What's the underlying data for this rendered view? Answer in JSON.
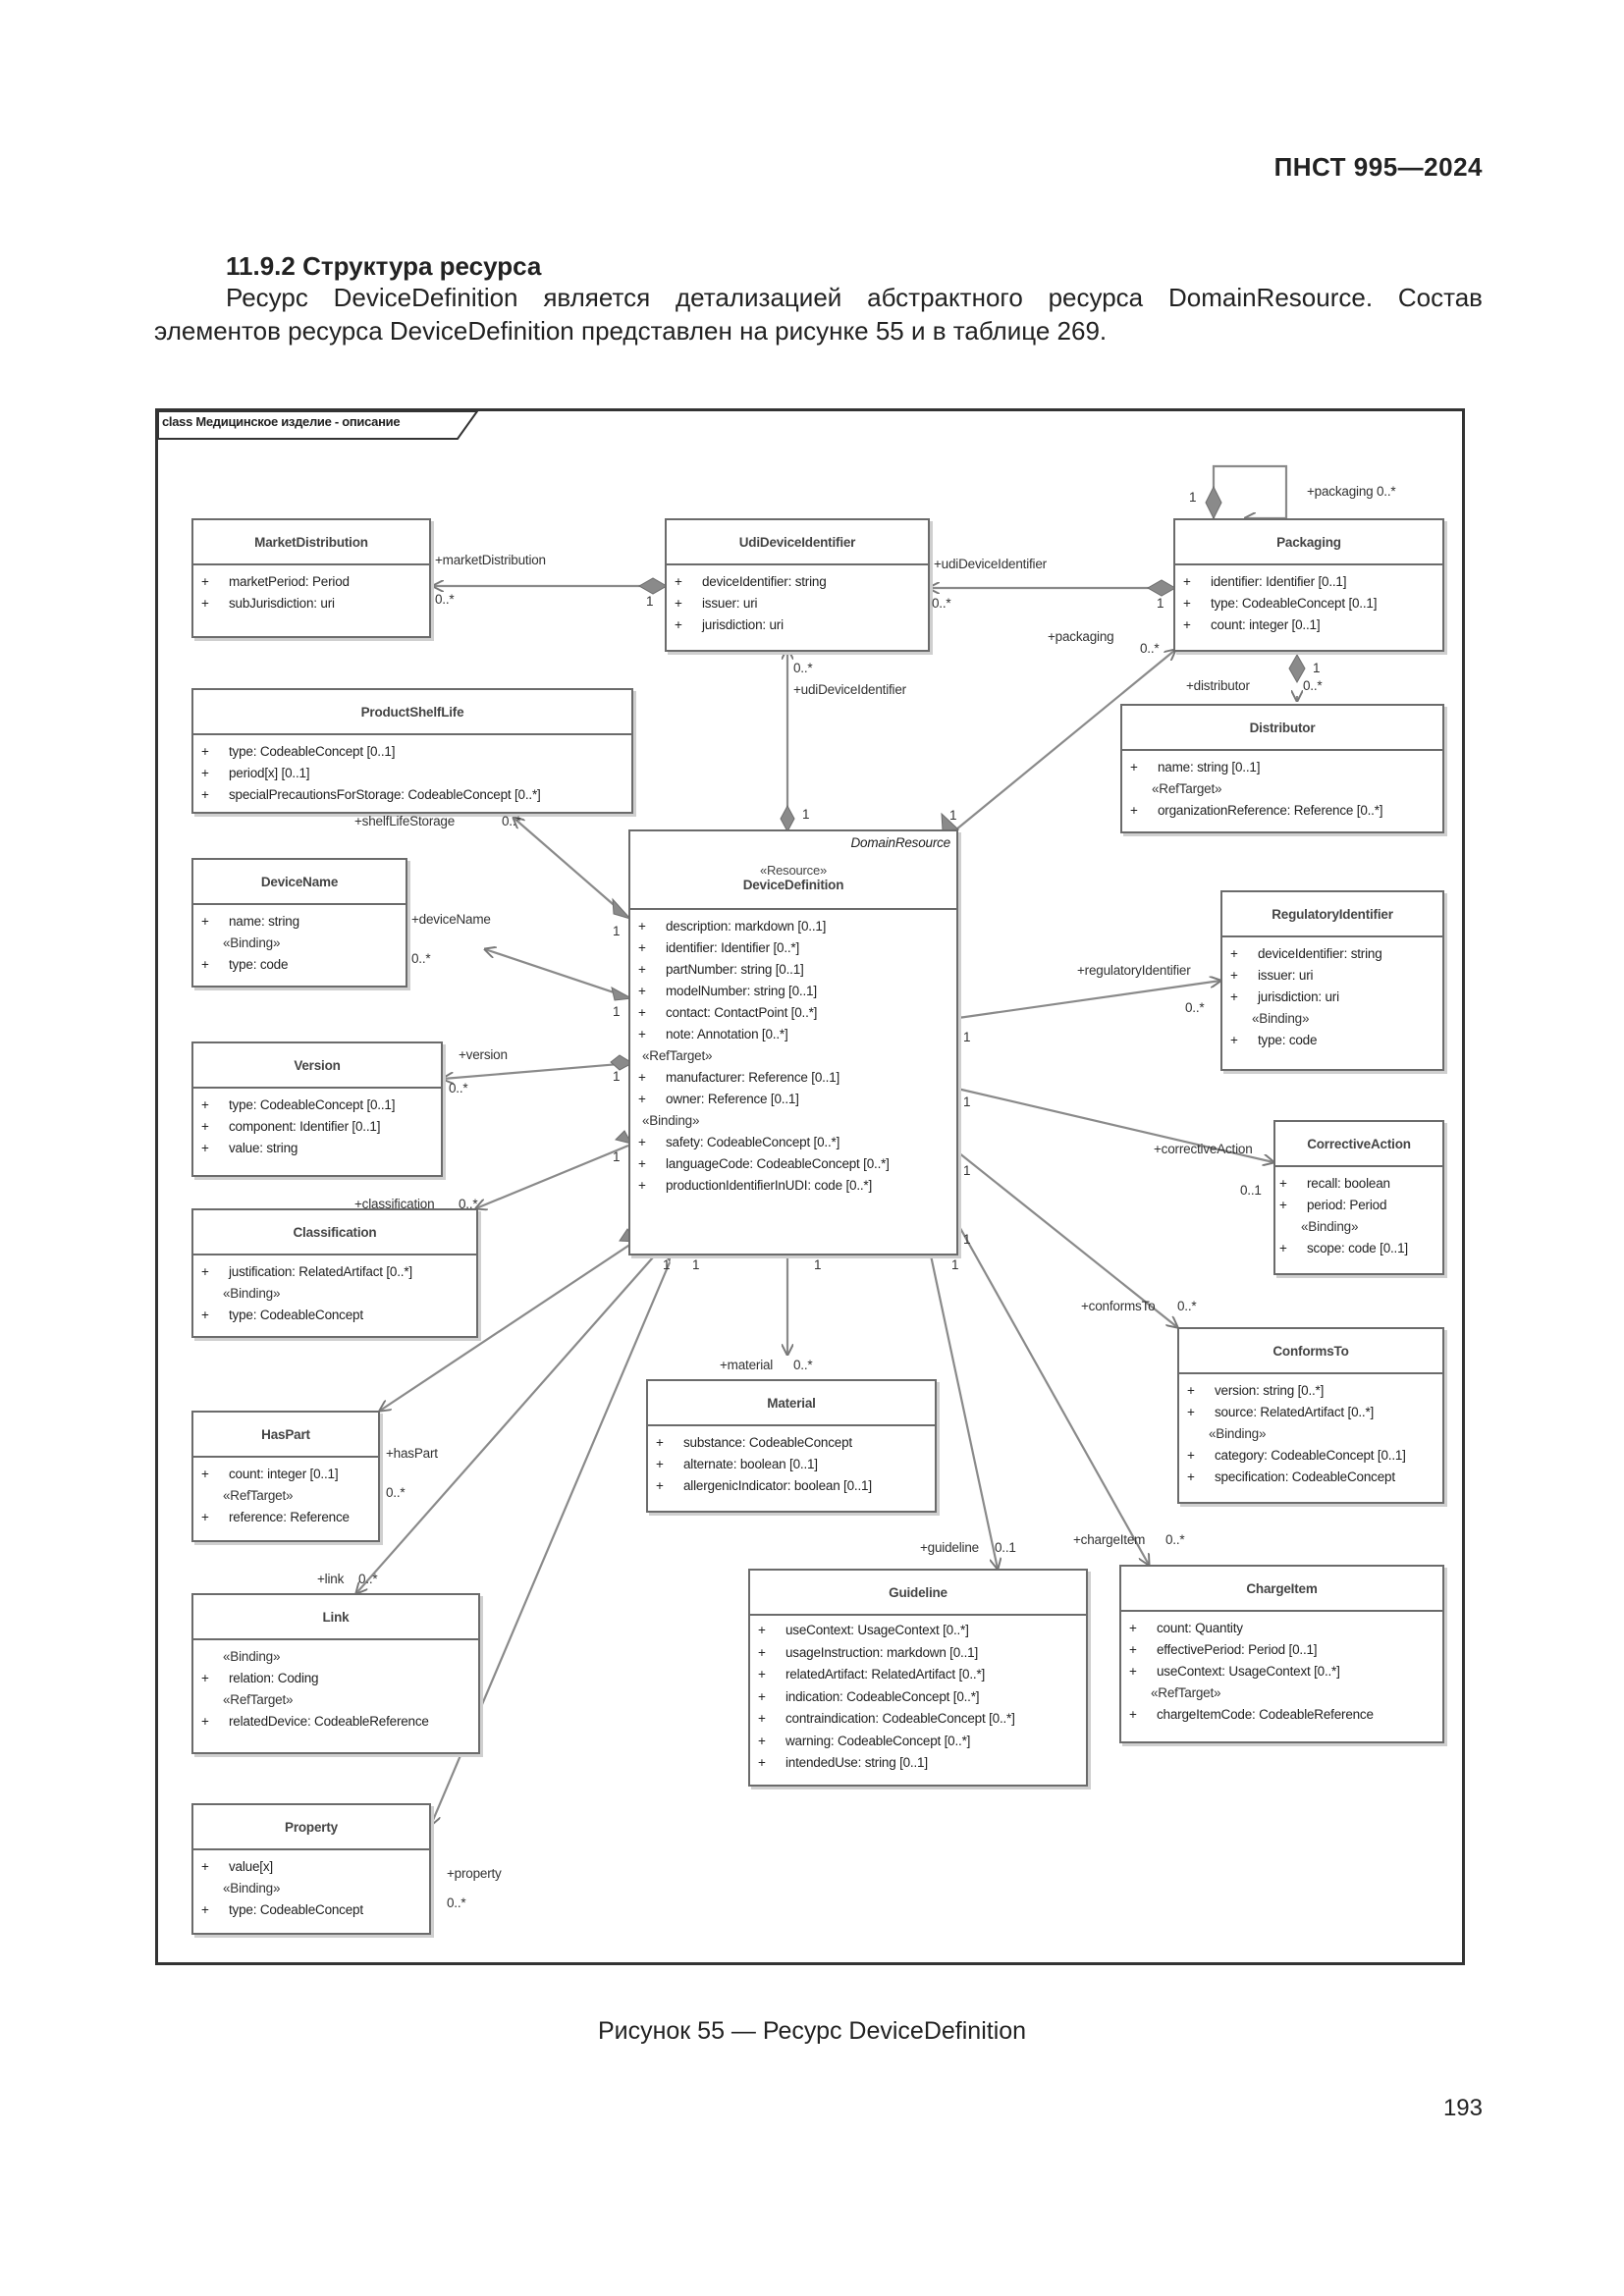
{
  "header": {
    "doc_code": "ПНСТ 995—2024"
  },
  "section": {
    "title": "11.9.2 Структура ресурса",
    "paragraph": "Ресурс DeviceDefinition является детализацией абстрактного ресурса DomainResource. Состав элементов ресурса DeviceDefinition представлен на рисунке 55 и в таблице 269."
  },
  "diagram": {
    "frame_label": "class Медицинское изделие - описание",
    "classes": {
      "market": {
        "name": "MarketDistribution",
        "rows": [
          {
            "vis": "+",
            "text": "marketPeriod: Period"
          },
          {
            "vis": "+",
            "text": "subJurisdiction: uri"
          }
        ]
      },
      "udi": {
        "name": "UdiDeviceIdentifier",
        "rows": [
          {
            "vis": "+",
            "text": "deviceIdentifier: string"
          },
          {
            "vis": "+",
            "text": "issuer: uri"
          },
          {
            "vis": "+",
            "text": "jurisdiction: uri"
          }
        ]
      },
      "packaging": {
        "name": "Packaging",
        "rows": [
          {
            "vis": "+",
            "text": "identifier: Identifier [0..1]"
          },
          {
            "vis": "+",
            "text": "type: CodeableConcept [0..1]"
          },
          {
            "vis": "+",
            "text": "count: integer [0..1]"
          }
        ]
      },
      "shelf": {
        "name": "ProductShelfLife",
        "rows": [
          {
            "vis": "+",
            "text": "type: CodeableConcept [0..1]"
          },
          {
            "vis": "+",
            "text": "period[x] [0..1]"
          },
          {
            "vis": "+",
            "text": "specialPrecautionsForStorage: CodeableConcept [0..*]"
          }
        ]
      },
      "distributor": {
        "name": "Distributor",
        "rows": [
          {
            "vis": "+",
            "text": "name: string [0..1]"
          }
        ],
        "stereo": "«RefTarget»",
        "rows2": [
          {
            "vis": "+",
            "text": "organizationReference: Reference [0..*]"
          }
        ]
      },
      "devicename": {
        "name": "DeviceName",
        "rows": [
          {
            "vis": "+",
            "text": "name: string"
          }
        ],
        "stereo": "«Binding»",
        "rows2": [
          {
            "vis": "+",
            "text": "type: code"
          }
        ]
      },
      "devdef": {
        "name": "DeviceDefinition",
        "stereotype": "«Resource»",
        "abstract": "DomainResource",
        "rows": [
          {
            "vis": "+",
            "text": "description: markdown [0..1]"
          },
          {
            "vis": "+",
            "text": "identifier: Identifier [0..*]"
          },
          {
            "vis": "+",
            "text": "partNumber: string [0..1]"
          },
          {
            "vis": "+",
            "text": "modelNumber: string [0..1]"
          },
          {
            "vis": "+",
            "text": "contact: ContactPoint [0..*]"
          },
          {
            "vis": "+",
            "text": "note: Annotation [0..*]"
          }
        ],
        "stereo": "«RefTarget»",
        "rows2": [
          {
            "vis": "+",
            "text": "manufacturer: Reference [0..1]"
          },
          {
            "vis": "+",
            "text": "owner: Reference [0..1]"
          }
        ],
        "stereo2": "«Binding»",
        "rows3": [
          {
            "vis": "+",
            "text": "safety: CodeableConcept [0..*]"
          },
          {
            "vis": "+",
            "text": "languageCode: CodeableConcept [0..*]"
          },
          {
            "vis": "+",
            "text": "productionIdentifierInUDI: code [0..*]"
          }
        ]
      },
      "regid": {
        "name": "RegulatoryIdentifier",
        "rows": [
          {
            "vis": "+",
            "text": "deviceIdentifier: string"
          },
          {
            "vis": "+",
            "text": "issuer: uri"
          },
          {
            "vis": "+",
            "text": "jurisdiction: uri"
          }
        ],
        "stereo": "«Binding»",
        "rows2": [
          {
            "vis": "+",
            "text": "type: code"
          }
        ]
      },
      "version": {
        "name": "Version",
        "rows": [
          {
            "vis": "+",
            "text": "type: CodeableConcept [0..1]"
          },
          {
            "vis": "+",
            "text": "component: Identifier [0..1]"
          },
          {
            "vis": "+",
            "text": "value: string"
          }
        ]
      },
      "corrective": {
        "name": "CorrectiveAction",
        "rows": [
          {
            "vis": "+",
            "text": "recall: boolean"
          },
          {
            "vis": "+",
            "text": "period: Period"
          }
        ],
        "stereo": "«Binding»",
        "rows2": [
          {
            "vis": "+",
            "text": "scope: code [0..1]"
          }
        ]
      },
      "classification": {
        "name": "Classification",
        "rows": [
          {
            "vis": "+",
            "text": "justification: RelatedArtifact [0..*]"
          }
        ],
        "stereo": "«Binding»",
        "rows2": [
          {
            "vis": "+",
            "text": "type: CodeableConcept"
          }
        ]
      },
      "conformsto": {
        "name": "ConformsTo",
        "rows": [
          {
            "vis": "+",
            "text": "version: string [0..*]"
          },
          {
            "vis": "+",
            "text": "source: RelatedArtifact [0..*]"
          }
        ],
        "stereo": "«Binding»",
        "rows2": [
          {
            "vis": "+",
            "text": "category: CodeableConcept [0..1]"
          },
          {
            "vis": "+",
            "text": "specification: CodeableConcept"
          }
        ]
      },
      "haspart": {
        "name": "HasPart",
        "rows": [
          {
            "vis": "+",
            "text": "count: integer [0..1]"
          }
        ],
        "stereo": "«RefTarget»",
        "rows2": [
          {
            "vis": "+",
            "text": "reference: Reference"
          }
        ]
      },
      "material": {
        "name": "Material",
        "rows": [
          {
            "vis": "+",
            "text": "substance: CodeableConcept"
          },
          {
            "vis": "+",
            "text": "alternate: boolean [0..1]"
          },
          {
            "vis": "+",
            "text": "allergenicIndicator: boolean [0..1]"
          }
        ]
      },
      "link": {
        "name": "Link",
        "stereo": "«Binding»",
        "rows": [
          {
            "vis": "+",
            "text": "relation: Coding"
          }
        ],
        "stereo2": "«RefTarget»",
        "rows2": [
          {
            "vis": "+",
            "text": "relatedDevice: CodeableReference"
          }
        ]
      },
      "guideline": {
        "name": "Guideline",
        "rows": [
          {
            "vis": "+",
            "text": "useContext: UsageContext [0..*]"
          },
          {
            "vis": "+",
            "text": "usageInstruction: markdown [0..1]"
          },
          {
            "vis": "+",
            "text": "relatedArtifact: RelatedArtifact [0..*]"
          },
          {
            "vis": "+",
            "text": "indication: CodeableConcept [0..*]"
          },
          {
            "vis": "+",
            "text": "contraindication: CodeableConcept [0..*]"
          },
          {
            "vis": "+",
            "text": "warning: CodeableConcept [0..*]"
          },
          {
            "vis": "+",
            "text": "intendedUse: string [0..1]"
          }
        ]
      },
      "chargeitem": {
        "name": "ChargeItem",
        "rows": [
          {
            "vis": "+",
            "text": "count: Quantity"
          },
          {
            "vis": "+",
            "text": "effectivePeriod: Period [0..1]"
          },
          {
            "vis": "+",
            "text": "useContext: UsageContext [0..*]"
          }
        ],
        "stereo": "«RefTarget»",
        "rows2": [
          {
            "vis": "+",
            "text": "chargeItemCode: CodeableReference"
          }
        ]
      },
      "property": {
        "name": "Property",
        "rows": [
          {
            "vis": "+",
            "text": "value[x]"
          }
        ],
        "stereo": "«Binding»",
        "rows2": [
          {
            "vis": "+",
            "text": "type: CodeableConcept"
          }
        ]
      }
    },
    "labels": {
      "pack_self_role": "+packaging 0..*",
      "pack_self_mult": "1",
      "market_role": "+marketDistribution",
      "market_mult": "0..*",
      "market_one": "1",
      "udi_role": "+udiDeviceIdentifier",
      "udi_mult": "0..*",
      "udi_one": "1",
      "udi_role2": "+udiDeviceIdentifier",
      "udi_mult2": "0..*",
      "udi_one2": "1",
      "pack_role": "+packaging",
      "pack_mult": "0..*",
      "pack_one": "1",
      "distrib_role": "+distributor",
      "distrib_mult": "0..*",
      "distrib_one": "1",
      "shelf_role": "+shelfLifeStorage",
      "shelf_mult": "0..*",
      "shelf_one": "1",
      "devname_role": "+deviceName",
      "devname_mult": "0..*",
      "devname_one": "1",
      "regid_role": "+regulatoryIdentifier",
      "regid_mult": "0..*",
      "regid_one": "1",
      "version_role": "+version",
      "version_mult": "0..*",
      "version_one": "1",
      "corr_role": "+correctiveAction",
      "corr_mult": "0..1",
      "corr_one": "1",
      "class_role": "+classification",
      "class_mult": "0..*",
      "class_one": "1",
      "conf_role": "+conformsTo",
      "conf_mult": "0..*",
      "conf_one": "1",
      "haspart_role": "+hasPart",
      "haspart_mult": "0..*",
      "material_role": "+material",
      "material_mult": "0..*",
      "material_one": "1",
      "link_role": "+link",
      "link_mult": "0..*",
      "guide_role": "+guideline",
      "guide_mult": "0..1",
      "guide_one": "1",
      "charge_role": "+chargeItem",
      "charge_mult": "0..*",
      "charge_one": "1",
      "prop_role": "+property",
      "prop_mult": "0..*",
      "bottom_one_a": "1",
      "bottom_one_b": "1"
    }
  },
  "caption": "Рисунок 55 — Ресурс DeviceDefinition",
  "page_number": "193"
}
